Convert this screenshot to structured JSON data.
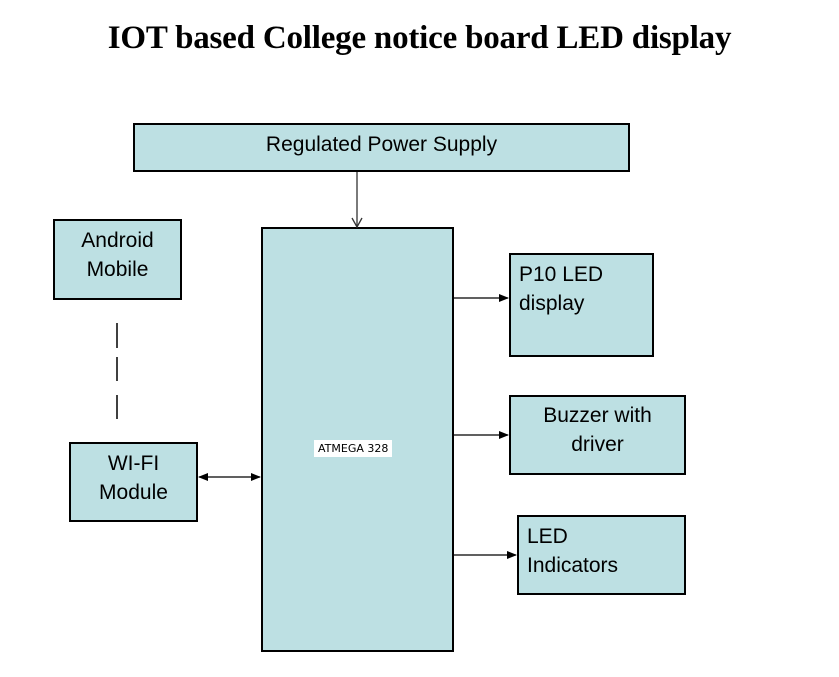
{
  "title": "IOT based College notice board LED display",
  "blocks": {
    "power_supply": "Regulated Power Supply",
    "microcontroller": "ATMEGA 328",
    "android": "Android\nMobile",
    "wifi": "WI-FI\nModule",
    "p10_display": "P10 LED\ndisplay",
    "buzzer": "Buzzer with\ndriver",
    "led_indicators": "LED\nIndicators"
  },
  "connections": [
    {
      "from": "power_supply",
      "to": "microcontroller",
      "style": "open-arrow"
    },
    {
      "from": "android",
      "to": "wifi",
      "style": "dashed-wireless"
    },
    {
      "from": "wifi",
      "to": "microcontroller",
      "style": "bidirectional-arrow"
    },
    {
      "from": "microcontroller",
      "to": "p10_display",
      "style": "arrow"
    },
    {
      "from": "microcontroller",
      "to": "buzzer",
      "style": "arrow"
    },
    {
      "from": "microcontroller",
      "to": "led_indicators",
      "style": "arrow"
    }
  ],
  "colors": {
    "block_fill": "#bde0e3",
    "stroke": "#000000",
    "background": "#ffffff"
  }
}
